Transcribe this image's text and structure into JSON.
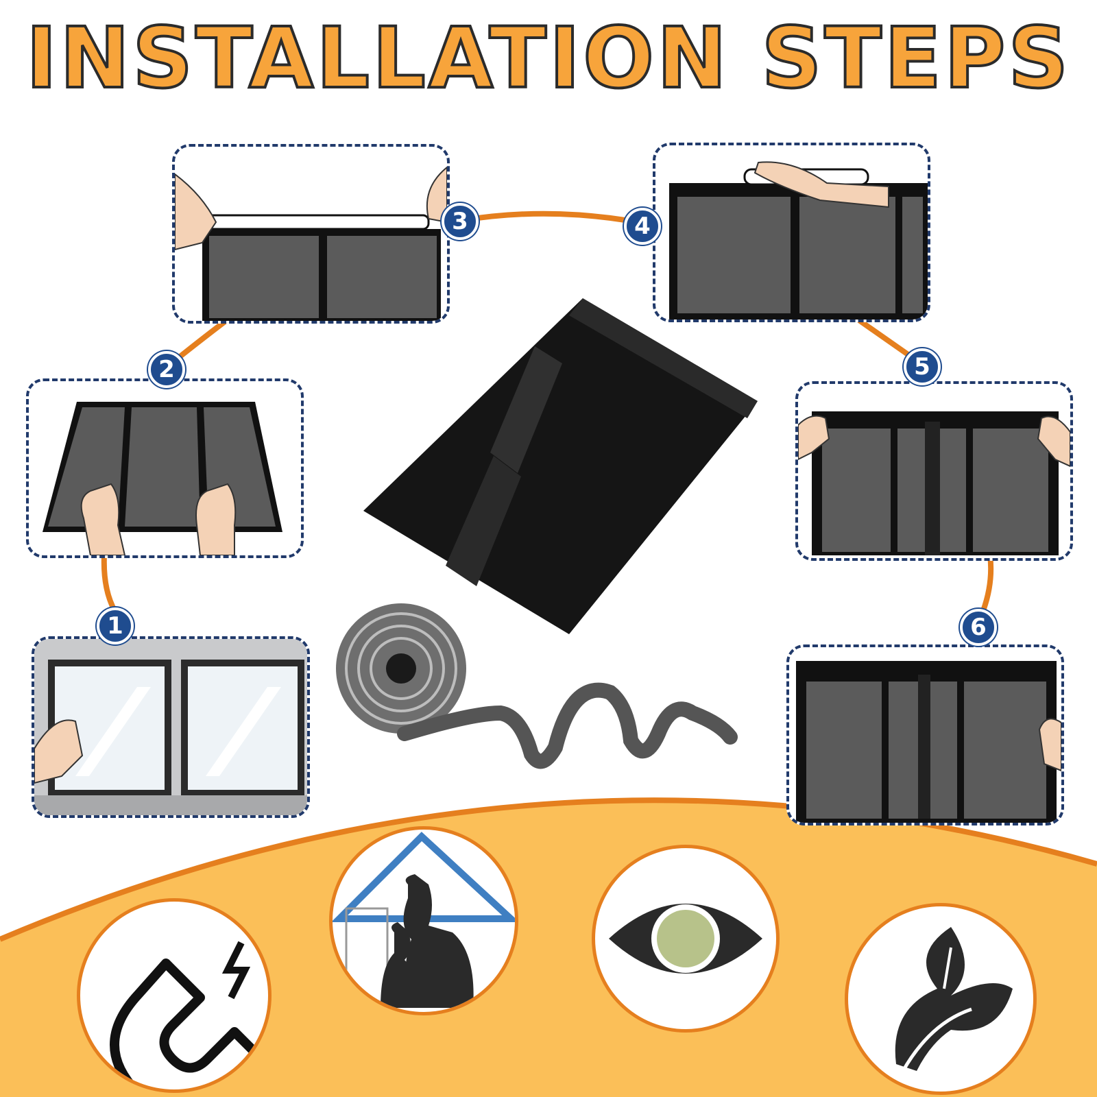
{
  "header": {
    "title": "INSTALLATION STEPS"
  },
  "steps": [
    {
      "number": "1",
      "icon": "clean-window-icon"
    },
    {
      "number": "2",
      "icon": "lay-out-screen-icon"
    },
    {
      "number": "3",
      "icon": "apply-tape-icon"
    },
    {
      "number": "4",
      "icon": "stick-tape-frame-icon"
    },
    {
      "number": "5",
      "icon": "press-screen-frame-icon"
    },
    {
      "number": "6",
      "icon": "finished-screen-icon"
    }
  ],
  "product": {
    "icons": [
      "folded-mesh-screen-icon",
      "adhesive-tape-roll-icon"
    ]
  },
  "features": [
    {
      "icon": "magnet-icon"
    },
    {
      "icon": "pet-friendly-icon"
    },
    {
      "icon": "clear-view-eye-icon"
    },
    {
      "icon": "eco-leaf-icon"
    }
  ],
  "colors": {
    "accent_orange": "#f7a43b",
    "connector_orange": "#e57f1e",
    "badge_blue": "#1f4c8f",
    "dashed_border": "#213a6b",
    "bottom_band": "#fbbf58"
  }
}
